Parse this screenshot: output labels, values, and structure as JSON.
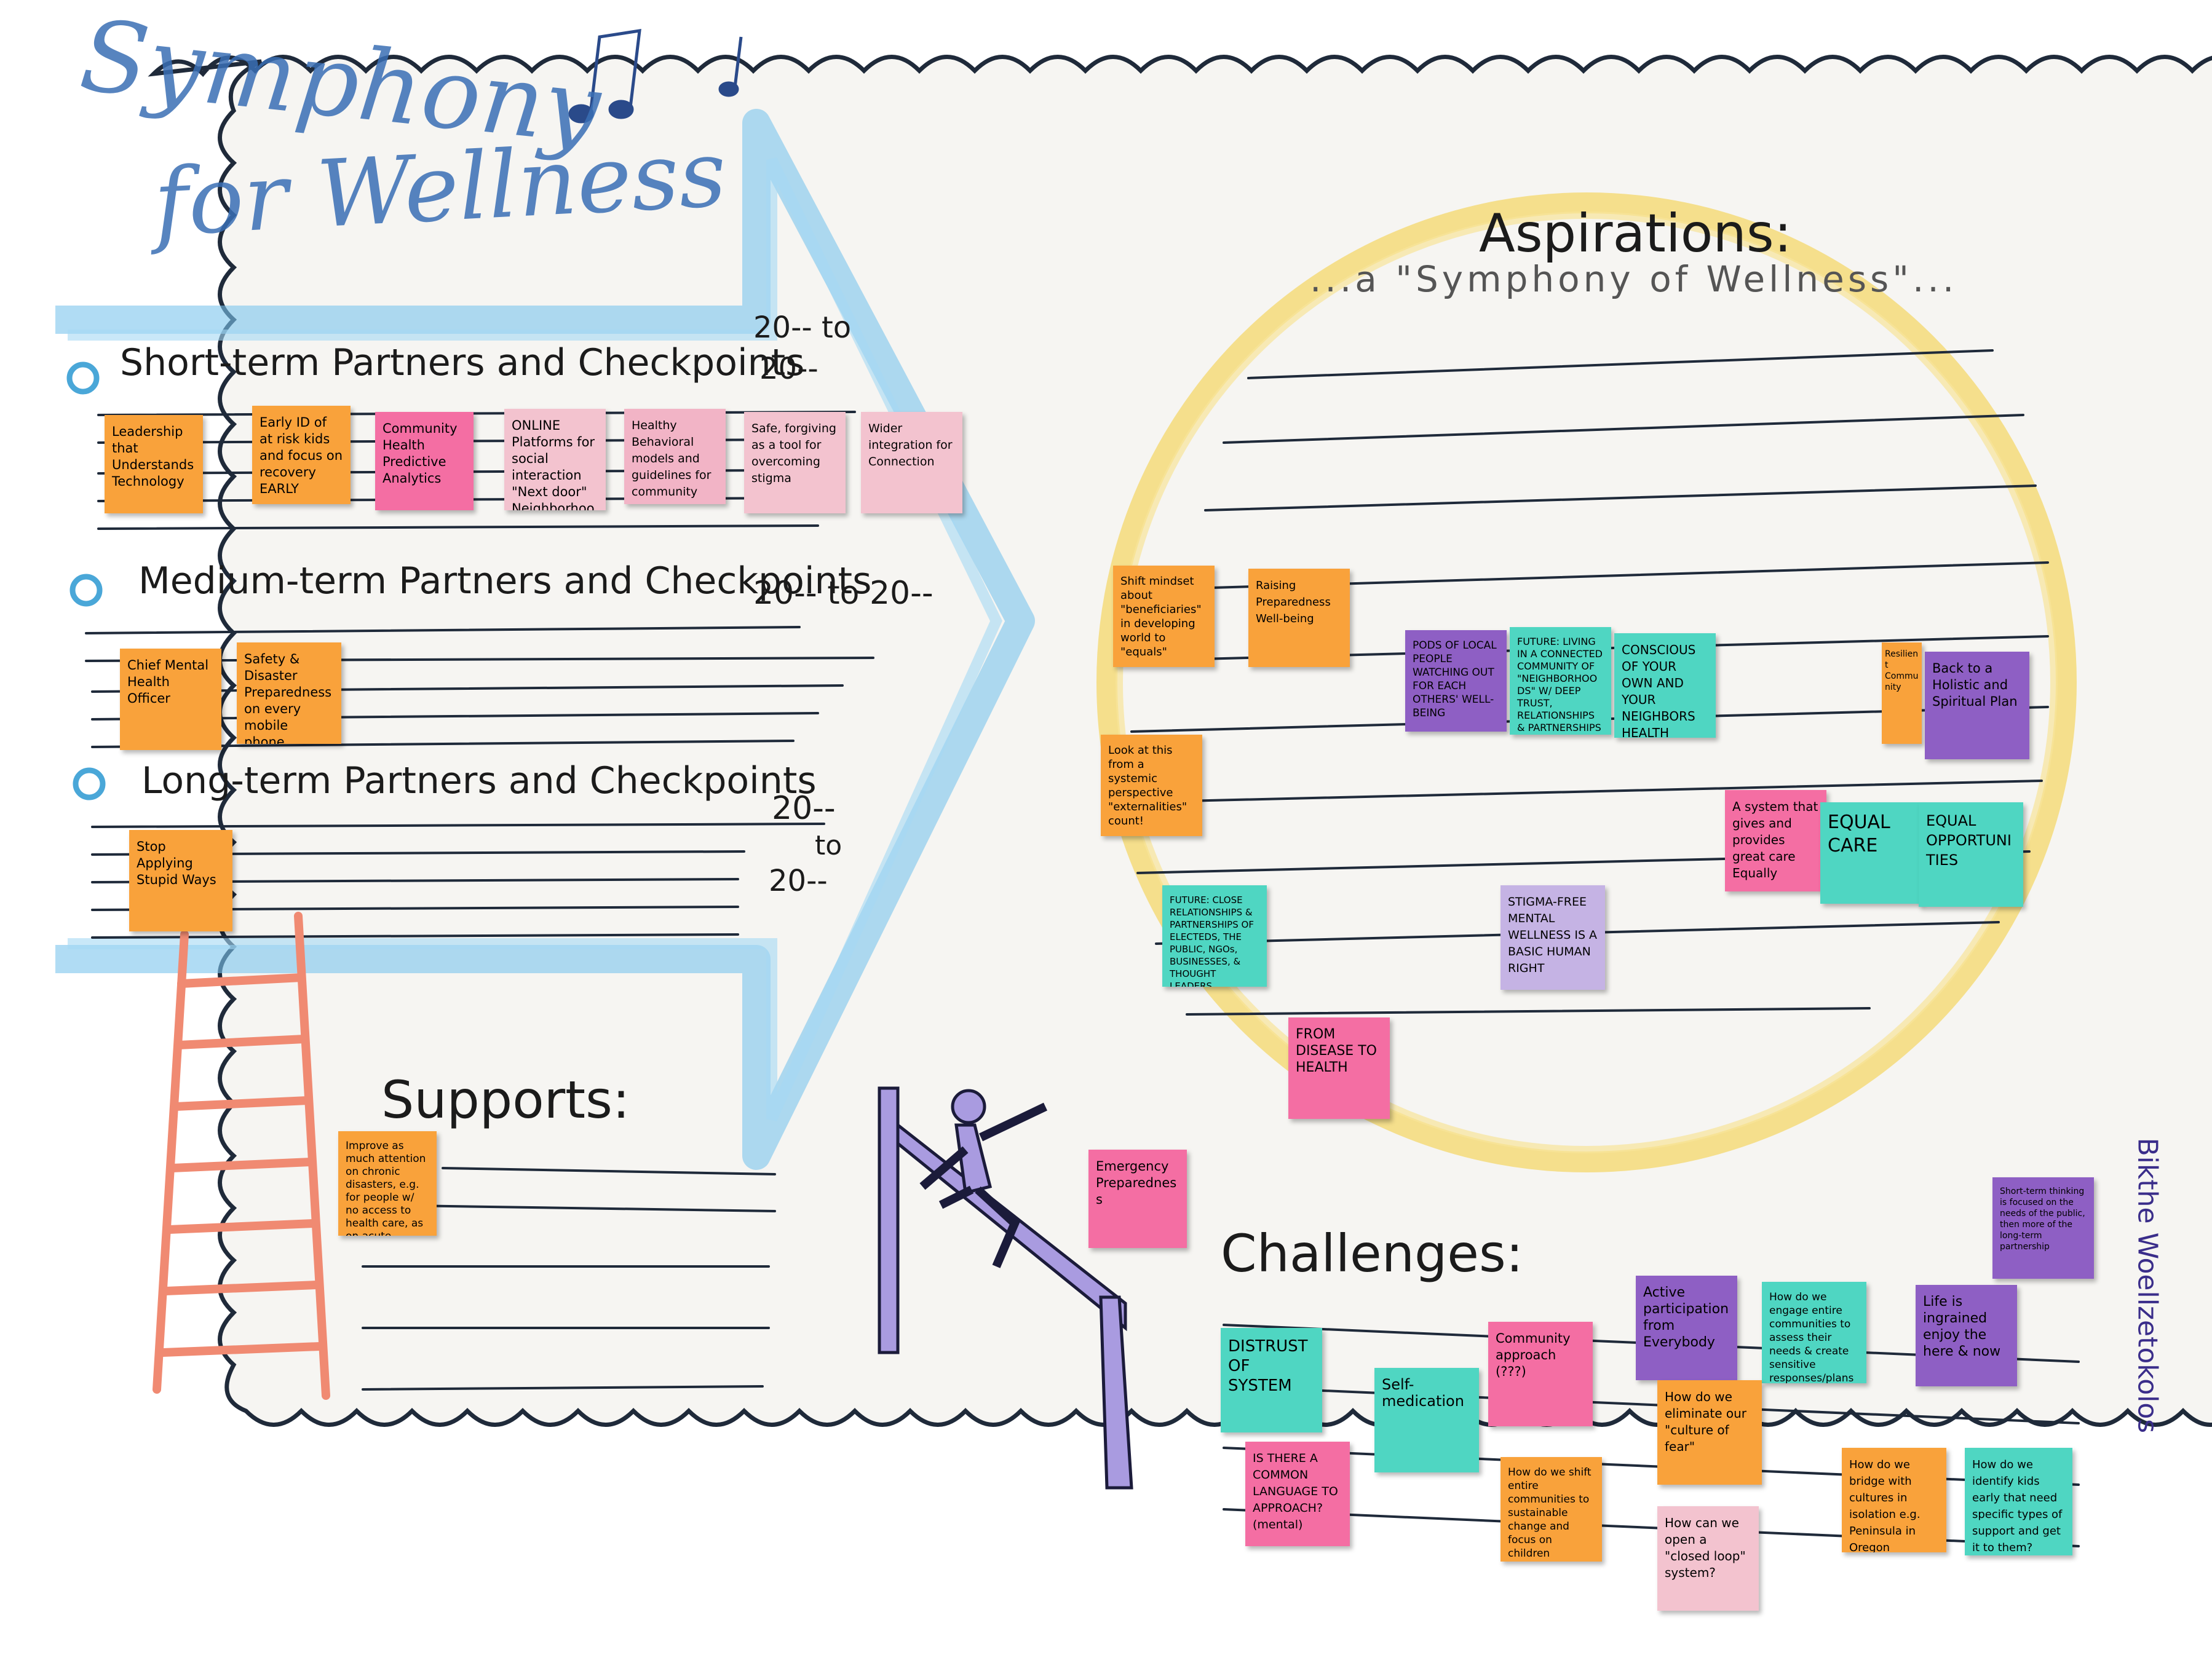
{
  "colors": {
    "orange": "#f9a23b",
    "pink_hot": "#f46ea3",
    "pink_light": "#f2b4c6",
    "pink_pale": "#f3c3cf",
    "teal": "#4fd6c2",
    "purple": "#8e5fc4",
    "lavender": "#c5b3e4",
    "ink": "#1b1b1b",
    "arrow_blue": "#7cc4ec",
    "circle_yellow": "#f4d76a",
    "ladder_red": "#f08a72",
    "figure_purple": "#a99be0"
  },
  "title": {
    "line1": "Symphony",
    "line2": "for Wellness"
  },
  "sections": {
    "short": {
      "label": "Short-term Partners and Checkpoints",
      "years_a": "20-- to",
      "years_b": "20--"
    },
    "medium": {
      "label": "Medium-term Partners and Checkpoints",
      "years": "20-- to 20--"
    },
    "long": {
      "label": "Long-term Partners and Checkpoints",
      "years_a": "20--",
      "years_b": "to",
      "years_c": "20--"
    },
    "aspirations": {
      "label": "Aspirations:",
      "sub": "...a \"Symphony of Wellness\"..."
    },
    "supports": {
      "label": "Supports:"
    },
    "challenges": {
      "label": "Challenges:"
    }
  },
  "notes": {
    "s1": "Leadership that Understands Technology",
    "s2": "Early ID of at risk kids and focus on recovery EARLY",
    "s3": "Community Health Predictive Analytics",
    "s4": "ONLINE Platforms for social interaction \"Next door\" Neighborhood Community",
    "s5": "Healthy Behavioral models and guidelines for community",
    "s6": "Safe, forgiving as a tool for overcoming stigma",
    "s7": "Wider integration for Connection",
    "m1": "Chief Mental Health Officer",
    "m2": "Safety & Disaster Preparedness on every mobile phone.",
    "l1": "Stop Applying Stupid Ways",
    "sup1": "Improve as much attention on chronic disasters, e.g. for people w/ no access to health care, as on acute disasters",
    "emerg": "Emergency Preparedness",
    "a1": "Shift mindset about \"beneficiaries\" in developing world to \"equals\"",
    "a2": "Raising Preparedness Well-being",
    "a3": "PODS OF LOCAL PEOPLE WATCHING OUT FOR EACH OTHERS' WELL-BEING",
    "a4": "FUTURE: LIVING IN A CONNECTED COMMUNITY OF \"NEIGHBORHOODS\" W/ DEEP TRUST, RELATIONSHIPS & PARTNERSHIPS",
    "a5": "CONSCIOUS OF YOUR OWN AND YOUR NEIGHBORS HEALTH",
    "a6": "Resilient Community",
    "a7": "Back to a Holistic and Spiritual Plan",
    "a8": "Look at this from a systemic perspective \"externalities\" count!",
    "a9": "A system that gives and provides great care Equally",
    "a10": "EQUAL CARE",
    "a11": "EQUAL OPPORTUNITIES",
    "a12": "FUTURE: CLOSE RELATIONSHIPS & PARTNERSHIPS OF ELECTEDS, THE PUBLIC, NGOs, BUSINESSES, & THOUGHT LEADERS",
    "a13": "STIGMA-FREE MENTAL WELLNESS IS A BASIC HUMAN RIGHT",
    "a14": "FROM DISEASE TO HEALTH",
    "c1": "DISTRUST OF SYSTEM",
    "c2": "Self-medication",
    "c3": "Community approach (???)",
    "c4": "Active participation from Everybody",
    "c5": "How do we engage entire communities to assess their needs & create sensitive responses/plans",
    "c6": "Life is ingrained enjoy the here & now",
    "c7": "Short-term thinking is focused on the needs of the public, then more of the long-term partnership",
    "c8": "How do we eliminate our \"culture of fear\"",
    "c9": "IS THERE A COMMON LANGUAGE TO APPROACH? (mental)",
    "c10": "How do we shift entire communities to sustainable change and focus on children",
    "c11": "How can we open a \"closed loop\" system?",
    "c12": "How do we bridge with cultures in isolation e.g. Peninsula in Oregon",
    "c13": "How do we identify kids early that need specific types of support and get it to them?"
  },
  "signature": "Bikthe Woellzetokolos"
}
